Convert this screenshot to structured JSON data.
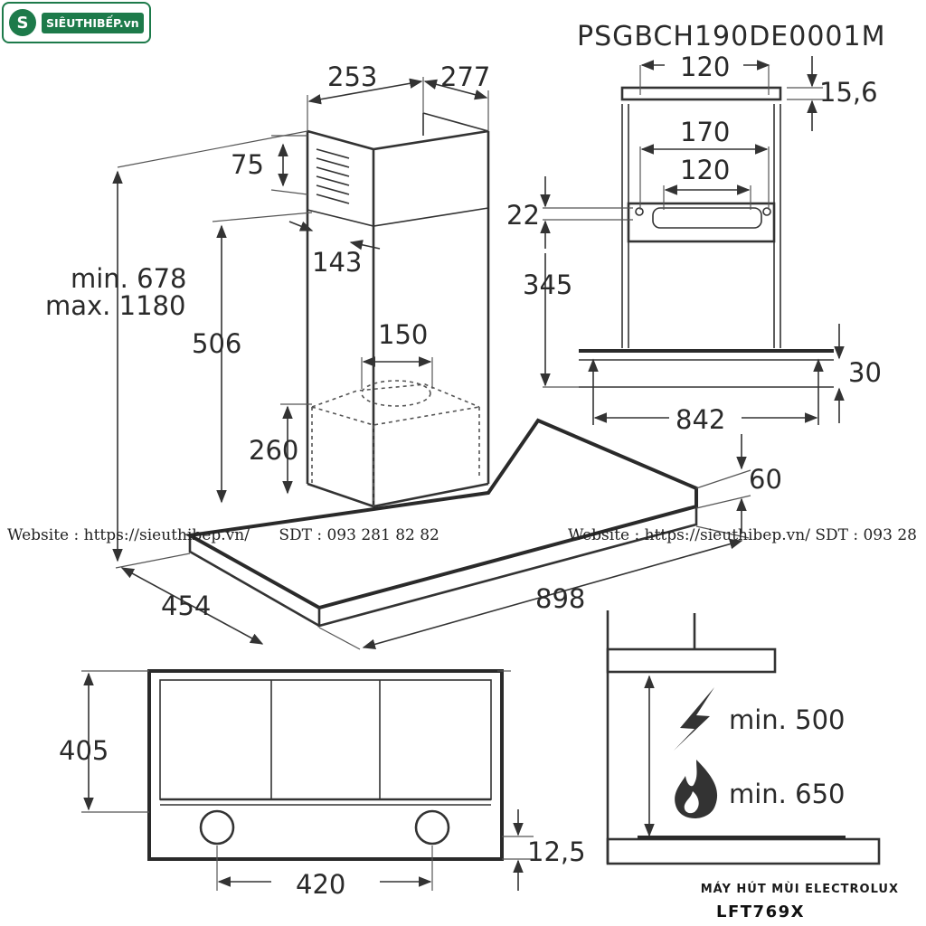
{
  "logo": {
    "mark": "S",
    "text": "SIÊUTHIBẾP.vn"
  },
  "model_code": "PSGBCH190DE0001M",
  "main_view": {
    "dim_chimney_width": "253",
    "dim_chimney_depth": "277",
    "dim_vent_height": "75",
    "dim_offset": "143",
    "dim_height_range_min": "min. 678",
    "dim_height_range_max": "max. 1180",
    "dim_chimney_lower": "506",
    "dim_outlet": "150",
    "dim_body_height": "260",
    "dim_canopy_thickness": "60",
    "dim_depth": "454",
    "dim_width": "898"
  },
  "bracket_view": {
    "dim_top_spacing": "120",
    "dim_top_thickness": "15,6",
    "dim_outer_spacing": "170",
    "dim_inner_spacing": "120",
    "dim_upper_gap": "22",
    "dim_height": "345",
    "dim_base": "30",
    "dim_hole_spacing": "842"
  },
  "bottom_view": {
    "dim_depth": "405",
    "dim_edge": "12,5",
    "dim_light_spacing": "420"
  },
  "clearance_view": {
    "electric_label": "min. 500",
    "gas_label": "min. 650",
    "icons": [
      "lightning-icon",
      "flame-icon"
    ]
  },
  "watermark": {
    "left": "Website : https://sieuthibep.vn/      SDT : 093 281 82 82",
    "right": "Website : https://sieuthibep.vn/ SDT : 093 28"
  },
  "product": {
    "brand_line": "MÁY HÚT MÙI ELECTROLUX",
    "model": "LFT769X"
  }
}
